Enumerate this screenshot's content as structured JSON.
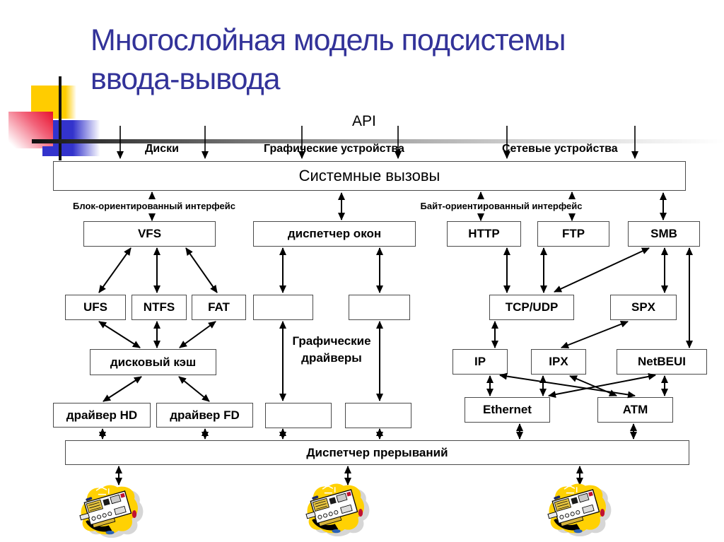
{
  "title": {
    "line1": "Многослойная модель подсистемы",
    "line2": "ввода-вывода"
  },
  "api_label": "API",
  "bus_labels": {
    "disks": "Диски",
    "graphics": "Графические устройства",
    "network": "Сетевые устройства"
  },
  "interfaces": {
    "block": "Блок-ориентированный интерфейс",
    "byte": "Байт-ориентированный интерфейс"
  },
  "layers": {
    "system_calls": "Системные вызовы",
    "interrupt_dispatcher": "Диспетчер прерываний"
  },
  "boxes": {
    "vfs": "VFS",
    "window_manager": "диспетчер окон",
    "http": "HTTP",
    "ftp": "FTP",
    "smb": "SMB",
    "ufs": "UFS",
    "ntfs": "NTFS",
    "fat": "FAT",
    "tcp_udp": "TCP/UDP",
    "spx": "SPX",
    "disk_cache": "дисковый кэш",
    "ip": "IP",
    "ipx": "IPX",
    "netbeui": "NetBEUI",
    "hd_driver": "драйвер HD",
    "fd_driver": "драйвер FD",
    "ethernet": "Ethernet",
    "atm": "ATM"
  },
  "labels": {
    "graphic_drivers": "Графические драйверы"
  },
  "icons": {
    "device": "expansion-card-icon"
  },
  "colors": {
    "title_text": "#333399",
    "accent_yellow": "#FFCC00",
    "accent_red": "#E8112D",
    "accent_blue": "#3333CC",
    "box_border": "#4A4A4A",
    "arrow": "#000000"
  }
}
